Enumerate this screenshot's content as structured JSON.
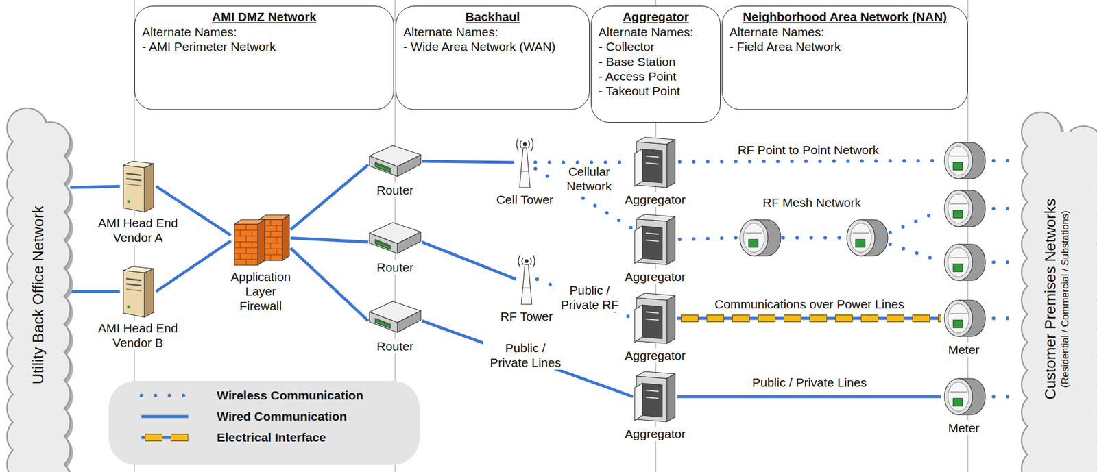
{
  "diagram": {
    "nodes": [
      {
        "text": [
          "Utility Back Office Network"
        ]
      },
      {
        "text": [
          "AMI DMZ Network",
          "Alternate Names:",
          "- AMI Perimeter Network"
        ]
      },
      {
        "text": [
          "Backhaul",
          "Alternate Names:",
          "- Wide Area Network (WAN)"
        ]
      },
      {
        "text": [
          "Aggregator",
          "Alternate Names:",
          "- Collector",
          "- Base Station",
          "- Access Point",
          "- Takeout Point"
        ]
      },
      {
        "text": [
          "Neighborhood Area Network (NAN)",
          "Alternate Names:",
          "- Field Area Network"
        ]
      },
      {
        "text": [
          "Customer Premises Networks",
          "(Residential / Commercial / Substations)"
        ]
      },
      {
        "text": [
          "AMI Head End Vendor A"
        ]
      },
      {
        "text": [
          "AMI Head End Vendor B"
        ]
      },
      {
        "text": [
          "Application Layer Firewall"
        ]
      },
      {
        "text": [
          "Router"
        ]
      },
      {
        "text": [
          "Router"
        ]
      },
      {
        "text": [
          "Router"
        ]
      },
      {
        "text": [
          "Cell Tower"
        ]
      },
      {
        "text": [
          "RF Tower"
        ]
      },
      {
        "text": [
          "Aggregator"
        ]
      },
      {
        "text": [
          "Aggregator"
        ]
      },
      {
        "text": [
          "Aggregator"
        ]
      },
      {
        "text": [
          "Aggregator"
        ]
      },
      {
        "text": [
          "Meter"
        ]
      },
      {
        "text": [
          "Meter"
        ]
      }
    ],
    "edges": [
      {
        "from": 0,
        "to": 6,
        "arrow": "none"
      },
      {
        "from": 0,
        "to": 7,
        "arrow": "none"
      },
      {
        "from": 6,
        "to": 8,
        "arrow": "none"
      },
      {
        "from": 7,
        "to": 8,
        "arrow": "none"
      },
      {
        "from": 8,
        "to": 9,
        "arrow": "none"
      },
      {
        "from": 8,
        "to": 10,
        "arrow": "none"
      },
      {
        "from": 8,
        "to": 11,
        "arrow": "none"
      },
      {
        "from": 9,
        "to": 12,
        "arrow": "none"
      },
      {
        "from": 12,
        "to": 14,
        "arrow": "none"
      },
      {
        "from": 12,
        "to": 15,
        "arrow": "none"
      },
      {
        "from": 10,
        "to": 13,
        "arrow": "none"
      },
      {
        "from": 13,
        "to": 16,
        "label": "Public / Private RF",
        "arrow": "none"
      },
      {
        "from": 11,
        "to": 17,
        "label": "Public / Private Lines",
        "arrow": "none"
      },
      {
        "from": 16,
        "to": 18,
        "label": "Communications over Power Lines",
        "arrow": "none"
      },
      {
        "from": 17,
        "to": 19,
        "label": "Public / Private Lines",
        "arrow": "none"
      }
    ],
    "labels": [
      "Cellular Network",
      "RF Point to Point Network",
      "RF Mesh Network"
    ],
    "legend": [
      {
        "text": "Wireless Communication"
      },
      {
        "text": "Wired Communication"
      },
      {
        "text": "Electrical Interface"
      }
    ]
  }
}
